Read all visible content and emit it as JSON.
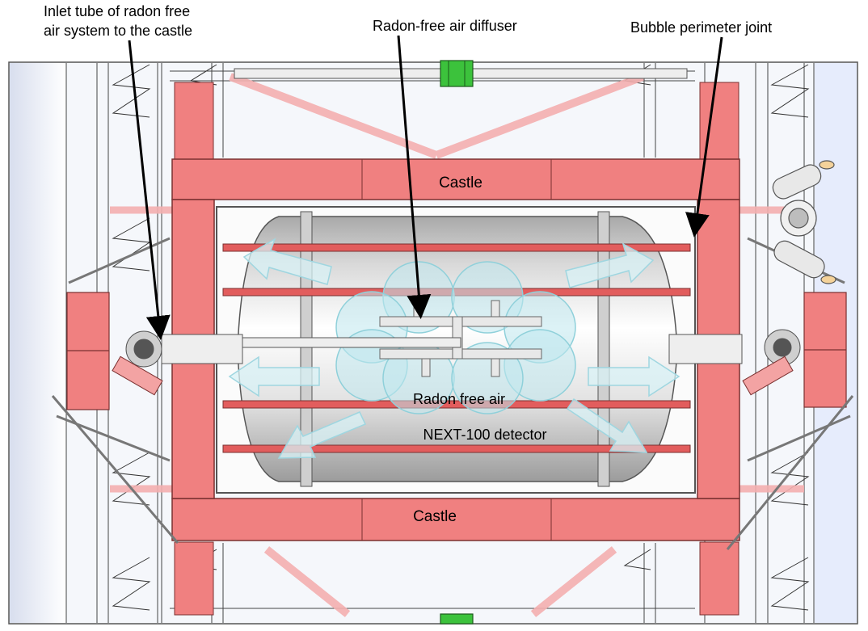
{
  "labels": {
    "inlet_tube_line1": "Inlet tube of radon free",
    "inlet_tube_line2": "air system to the castle",
    "diffuser": "Radon-free air diffuser",
    "bubble_joint": "Bubble perimeter joint",
    "castle_top": "Castle",
    "castle_bottom": "Castle",
    "radon_free_air": "Radon free air",
    "detector": "NEXT-100 detector"
  },
  "colors": {
    "castle": "#f08080",
    "castle_edge": "#8a3a3a",
    "bar": "#e25d5d",
    "vessel": "#dedede",
    "diffuser_bubble": "#bfe8ee",
    "arrow_fill": "#d8f1f5",
    "frame_bg": "#f4f6fb",
    "hall_tint": "#e5ebfb",
    "brace": "#f4b4b4",
    "green_part": "#3cc23c"
  }
}
